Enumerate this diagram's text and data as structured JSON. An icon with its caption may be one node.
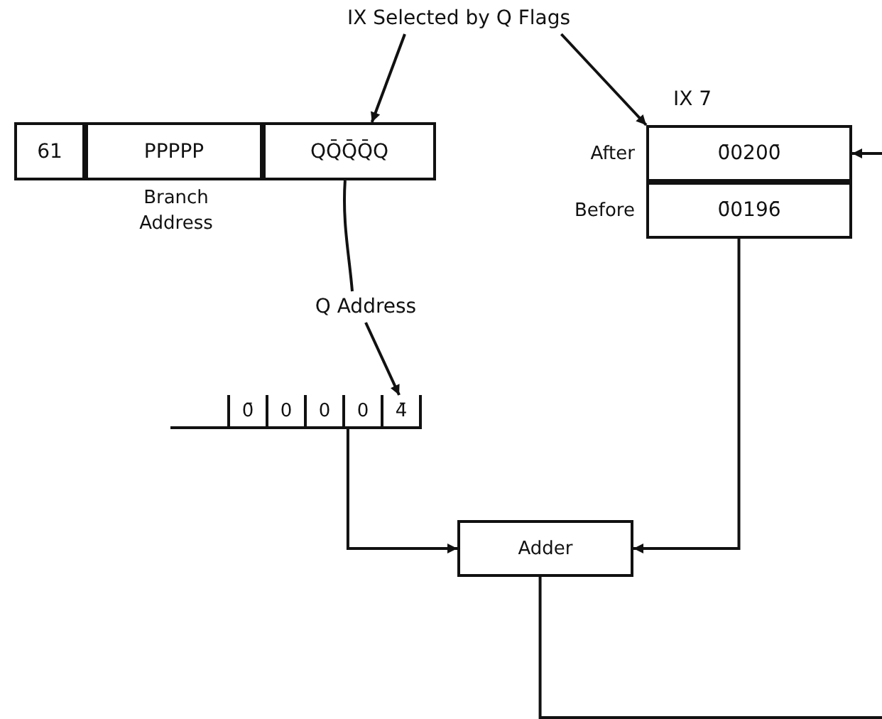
{
  "diagram": {
    "nodes": [
      {
        "text": [
          "IX Selected by Q Flags"
        ]
      },
      {
        "text": [
          "61"
        ]
      },
      {
        "text": [
          "PPPPP"
        ],
        "beside": [
          "Branch Address"
        ]
      },
      {
        "text": [
          "QQ̄Q̄Q̄Q"
        ]
      },
      {
        "text": [
          "Q Address"
        ]
      },
      {
        "text": [
          "IX 7"
        ]
      },
      {
        "text": [
          "0̄0200̄"
        ],
        "beside": [
          "After"
        ],
        "in": 5
      },
      {
        "text": [
          "0̄0196̄"
        ],
        "beside": [
          "Before"
        ],
        "in": 5
      },
      {
        "text": [],
        "shape": "box"
      },
      {
        "text": [
          "0̄"
        ],
        "in": 8
      },
      {
        "text": [
          "0"
        ],
        "in": 8
      },
      {
        "text": [
          "0"
        ],
        "in": 8
      },
      {
        "text": [
          "0"
        ],
        "in": 8
      },
      {
        "text": [
          "4̄"
        ],
        "in": 8
      },
      {
        "text": [
          "Adder"
        ]
      }
    ],
    "edges": [
      {
        "from": 0,
        "to": 3,
        "arrow": "to"
      },
      {
        "from": 0,
        "to": 5,
        "arrow": "to"
      },
      {
        "from": 3,
        "to": 4,
        "arrow": "none"
      },
      {
        "from": 4,
        "to": 13,
        "arrow": "to"
      },
      {
        "from": 8,
        "to": 14,
        "arrow": "to"
      },
      {
        "from": 7,
        "to": 14,
        "arrow": "to"
      },
      {
        "from": 14,
        "to": null,
        "arrow": "none"
      },
      {
        "from": null,
        "to": 6,
        "arrow": "to"
      }
    ]
  }
}
